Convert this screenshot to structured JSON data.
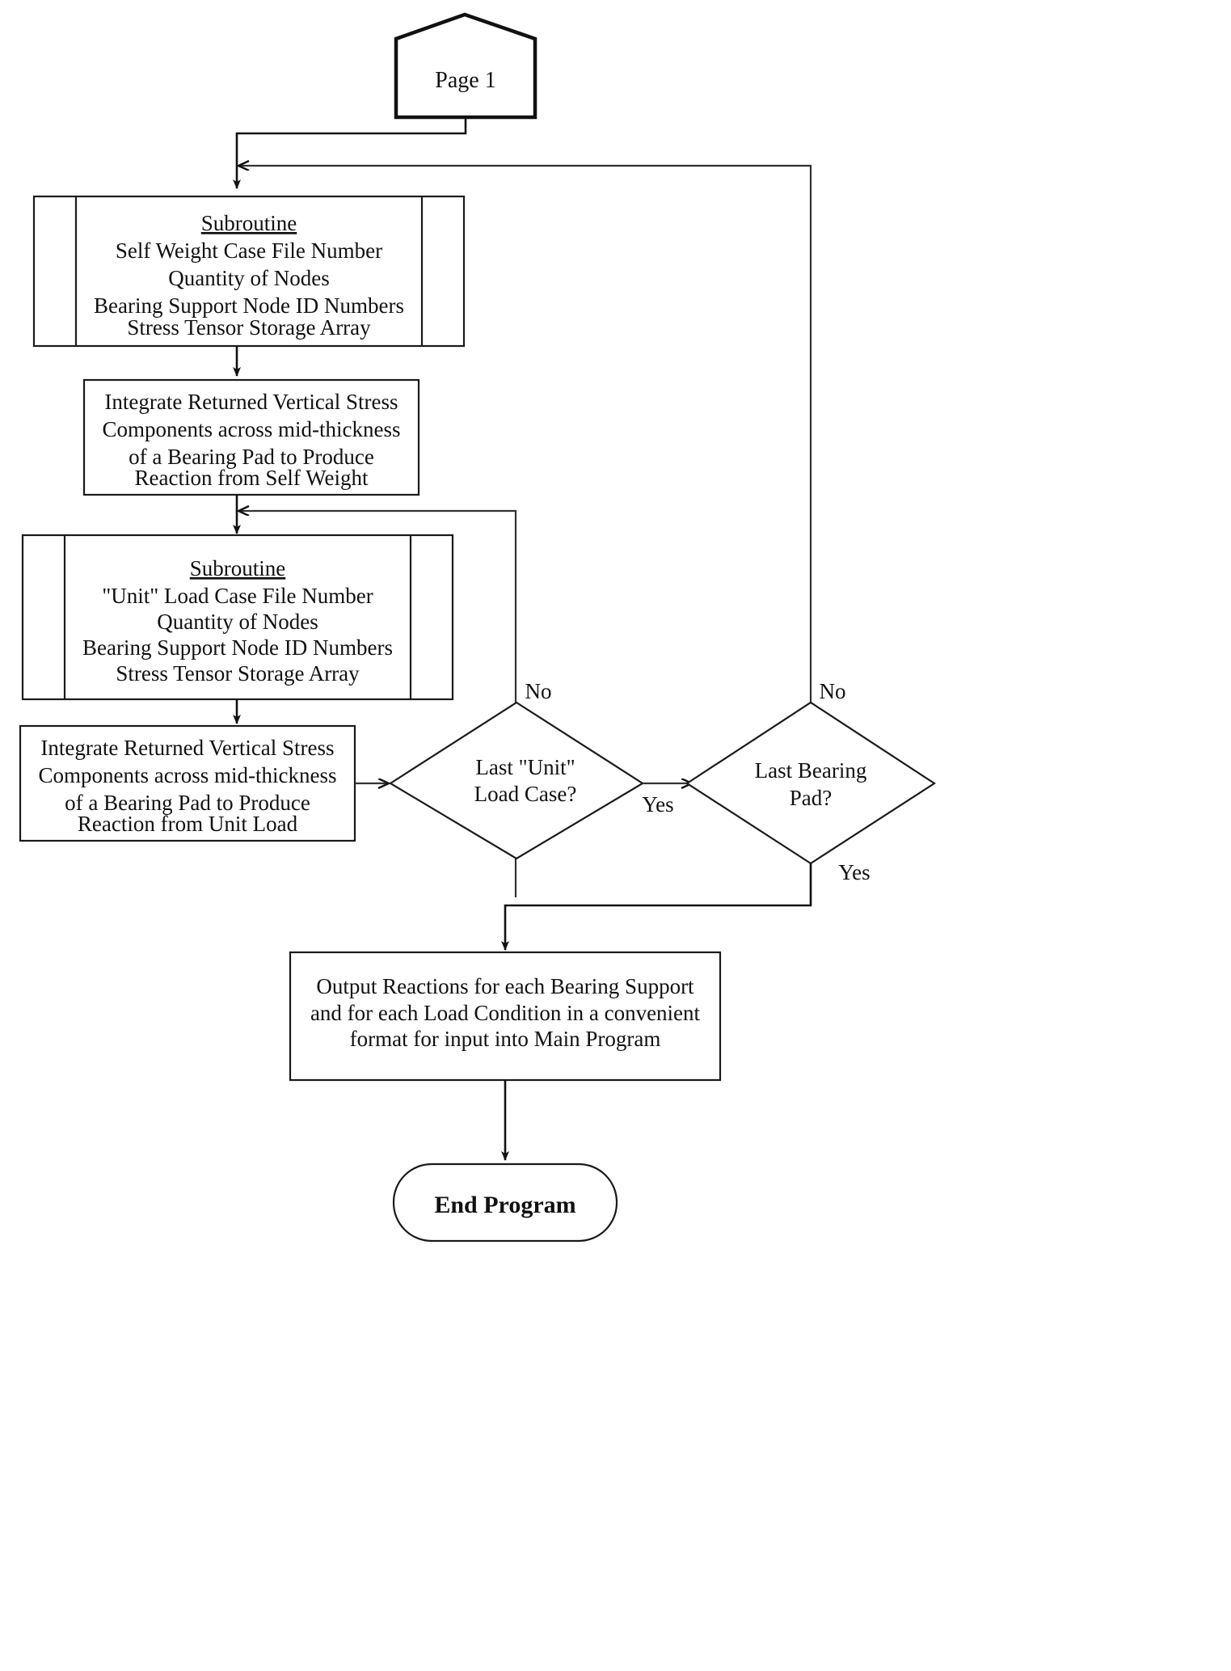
{
  "diagram": {
    "type": "flowchart",
    "title": "Bearing Reaction Extraction Flowchart - Page 1 continuation",
    "background_color": "#ffffff",
    "line_color": "#1a1a1a",
    "text_color": "#111111"
  },
  "nodes": {
    "page_connector": {
      "shape": "pentagon",
      "label": "Page 1"
    },
    "subroutine_self_weight": {
      "shape": "predefined-process",
      "heading": "Subroutine",
      "lines": [
        "Self Weight Case File Number",
        "Quantity of Nodes",
        "Bearing Support Node ID Numbers",
        "Stress Tensor Storage Array"
      ]
    },
    "integrate_self_weight": {
      "shape": "process",
      "lines": [
        "Integrate Returned Vertical Stress",
        "Components across mid-thickness",
        "of a Bearing Pad to Produce",
        "Reaction from Self Weight"
      ]
    },
    "subroutine_unit_load": {
      "shape": "predefined-process",
      "heading": "Subroutine",
      "lines": [
        "\"Unit\" Load Case File Number",
        "Quantity of Nodes",
        "Bearing Support Node ID Numbers",
        "Stress Tensor Storage Array"
      ]
    },
    "integrate_unit_load": {
      "shape": "process",
      "lines": [
        "Integrate Returned Vertical Stress",
        "Components across mid-thickness",
        "of a Bearing Pad to Produce",
        "Reaction from Unit Load"
      ]
    },
    "decision_last_unit_load_case": {
      "shape": "decision",
      "lines": [
        "Last \"Unit\"",
        "Load Case?"
      ]
    },
    "decision_last_bearing_pad": {
      "shape": "decision",
      "lines": [
        "Last Bearing",
        "Pad?"
      ]
    },
    "output_reactions": {
      "shape": "process",
      "lines": [
        "Output Reactions for each Bearing Support",
        "and for each Load Condition in a convenient",
        "format for input into Main Program"
      ]
    },
    "end_program": {
      "shape": "terminator",
      "label": "End Program"
    }
  },
  "edge_labels": {
    "unit_load_case_no": "No",
    "unit_load_case_yes": "Yes",
    "bearing_pad_no": "No",
    "bearing_pad_yes": "Yes"
  }
}
